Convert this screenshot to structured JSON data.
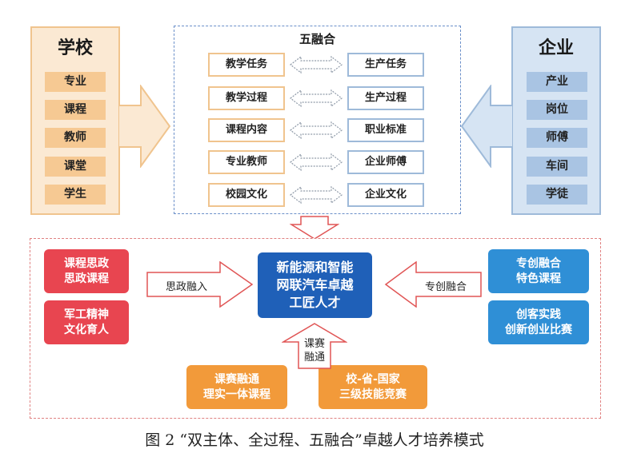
{
  "school": {
    "title": "学校",
    "items": [
      "专业",
      "课程",
      "教师",
      "课堂",
      "学生"
    ],
    "panel_color": "#fbe9d3",
    "item_color": "#f6c993"
  },
  "enterprise": {
    "title": "企业",
    "items": [
      "产业",
      "岗位",
      "师傅",
      "车间",
      "学徒"
    ],
    "panel_color": "#d6e4f3",
    "item_color": "#a9c4e3"
  },
  "fusion": {
    "title": "五融合",
    "pairs": [
      {
        "left": "教学任务",
        "right": "生产任务"
      },
      {
        "left": "教学过程",
        "right": "生产过程"
      },
      {
        "left": "课程内容",
        "right": "职业标准"
      },
      {
        "left": "专业教师",
        "right": "企业师傅"
      },
      {
        "left": "校园文化",
        "right": "企业文化"
      }
    ]
  },
  "bottom": {
    "center": {
      "lines": [
        "新能源和智能",
        "网联汽车卓越",
        "工匠人才"
      ]
    },
    "left_cards": [
      {
        "lines": [
          "课程思政",
          "思政课程"
        ]
      },
      {
        "lines": [
          "军工精神",
          "文化育人"
        ]
      }
    ],
    "right_cards": [
      {
        "lines": [
          "专创融合",
          "特色课程"
        ]
      },
      {
        "lines": [
          "创客实践",
          "创新创业比赛"
        ]
      }
    ],
    "bottom_cards": [
      {
        "lines": [
          "课赛融通",
          "理实一体课程"
        ]
      },
      {
        "lines": [
          "校-省-国家",
          "三级技能竞赛"
        ]
      }
    ],
    "arrow_labels": {
      "left": "思政融入",
      "right": "专创融合",
      "bottom": [
        "课赛",
        "融通"
      ]
    },
    "colors": {
      "center": "#1f60b8",
      "red": "#e84550",
      "blue": "#2f8fd6",
      "orange": "#f29a3a"
    }
  },
  "caption": "图 2 “双主体、全过程、五融合”卓越人才培养模式"
}
